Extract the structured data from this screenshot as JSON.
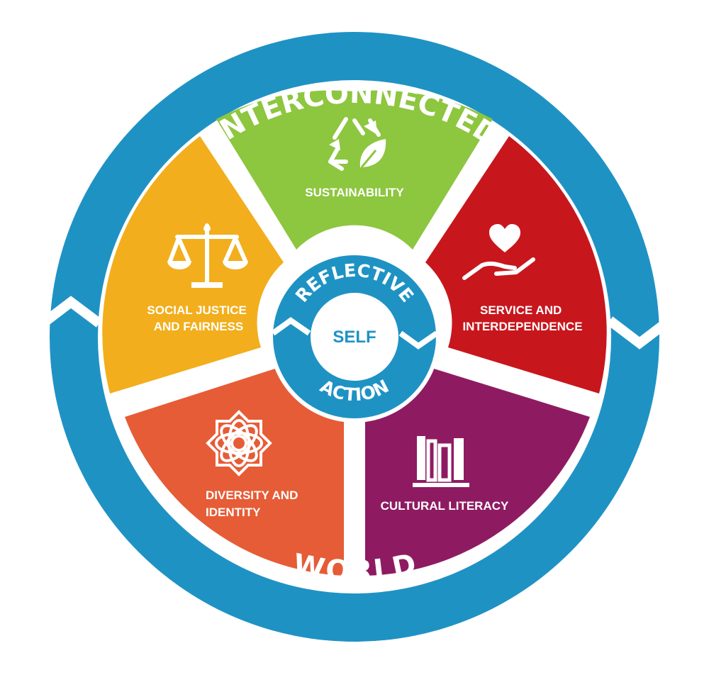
{
  "outer_ring": {
    "top_text": "INTERCONNECTED",
    "bottom_text": "WORLD"
  },
  "inner_ring": {
    "top_text": "REFLECTIVE",
    "bottom_text": "ACTION",
    "center_text": "SELF"
  },
  "segments": [
    {
      "id": "sustainability",
      "lines": [
        "SUSTAINABILITY"
      ],
      "color": "#8dc63f",
      "icon": "recycle-leaf-icon"
    },
    {
      "id": "service",
      "lines": [
        "SERVICE AND",
        "INTERDEPENDENCE"
      ],
      "color": "#c8161d",
      "icon": "heart-hand-icon"
    },
    {
      "id": "cultural",
      "lines": [
        "CULTURAL LITERACY"
      ],
      "color": "#8e1b62",
      "icon": "books-icon"
    },
    {
      "id": "diversity",
      "lines": [
        "DIVERSITY AND",
        "IDENTITY"
      ],
      "color": "#e65c36",
      "icon": "flower-mandala-icon"
    },
    {
      "id": "justice",
      "lines": [
        "SOCIAL JUSTICE",
        "AND FAIRNESS"
      ],
      "color": "#f2ae1c",
      "icon": "scales-icon"
    }
  ],
  "colors": {
    "ring_blue": "#1f92c4",
    "background": "#ffffff"
  }
}
